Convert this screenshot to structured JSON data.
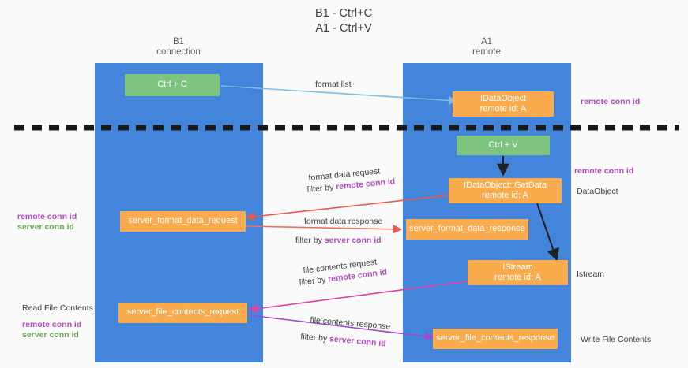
{
  "title": "B1 - Ctrl+C\nA1 - Ctrl+V",
  "columns": {
    "left": "B1\nconnection",
    "right": "A1\nremote"
  },
  "boxes": {
    "ctrl_c": "Ctrl + C",
    "ctrl_v": "Ctrl + V",
    "idataobject_line1": "IDataObject",
    "idataobject_line2": "remote id: A",
    "getdata_line1": "IDataObject::GetData",
    "getdata_line2": "remote id: A",
    "istream_line1": "IStream",
    "istream_line2": "remote id: A",
    "server_format_data_request": "server_format_data_request",
    "server_format_data_response": "server_format_data_response",
    "server_file_contents_request": "server_file_contents_request",
    "server_file_contents_response": "server_file_contents_response"
  },
  "arrow_labels": {
    "format_list": "format list",
    "format_data_request": "format data request",
    "format_data_request_filter_prefix": "filter by ",
    "format_data_request_filter_value": "remote conn id",
    "format_data_response": "format data response",
    "format_data_response_filter_prefix": "filter by ",
    "format_data_response_filter_value": "server conn id",
    "file_contents_request": "file contents request",
    "file_contents_request_filter_prefix": "filter by ",
    "file_contents_request_filter_value": "remote conn id",
    "file_contents_response": "file contents response",
    "file_contents_response_filter_prefix": "filter by ",
    "file_contents_response_filter_value": "server conn id"
  },
  "right_annotations": {
    "remote_conn_id_top": "remote conn id",
    "remote_conn_id_mid": "remote conn id",
    "dataobject": "DataObject",
    "istream": "Istream",
    "write_file_contents": "Write File Contents"
  },
  "left_annotations": {
    "remote_conn_id_mid": "remote conn id",
    "server_conn_id_mid": "server conn id",
    "read_file_contents": "Read File Contents",
    "remote_conn_id_bottom": "remote conn id",
    "server_conn_id_bottom": "server conn id"
  },
  "colors": {
    "band": "#4285da",
    "green_box": "#7cc47f",
    "orange_box": "#f9ab4e",
    "purple": "#b44ac0",
    "green_text": "#6aa84f",
    "divider": "#1a1a1a",
    "arrow_blue": "#7fbde8",
    "arrow_red": "#e8584c",
    "arrow_pink": "#e040a0",
    "arrow_purple": "#a14ad0",
    "arrow_black": "#202124"
  }
}
